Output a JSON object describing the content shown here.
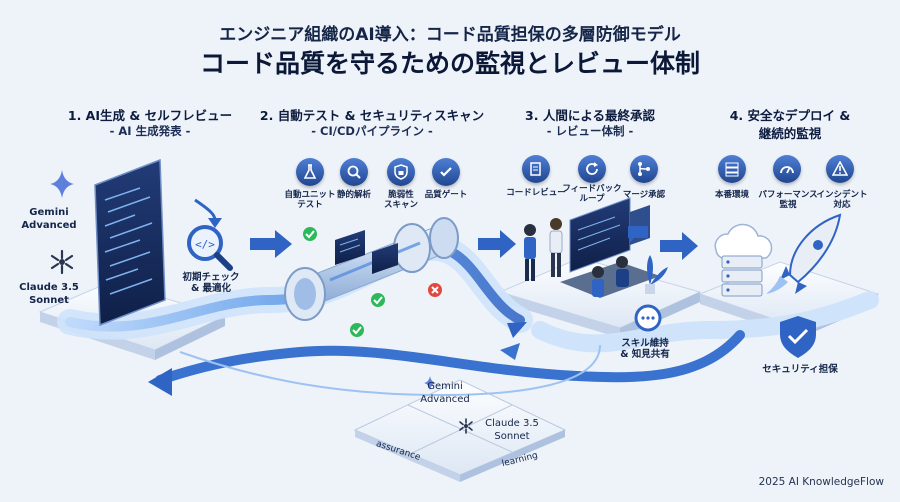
{
  "header": {
    "title": "エンジニア組織のAI導入：コード品質担保の多層防御モデル",
    "subtitle": "コード品質を守るための監視とレビュー体制"
  },
  "stages": [
    {
      "heading": "1. AI生成 & セルフレビュー",
      "sub": "- AI 生成発表 -"
    },
    {
      "heading": "2. 自動テスト & セキュリティスキャン",
      "sub": "- CI/CDパイプライン -"
    },
    {
      "heading": "3. 人間による最終承認",
      "sub": "- レビュー体制 -"
    },
    {
      "heading": "4. 安全なデプロイ &",
      "sub": "継続的監視"
    }
  ],
  "stage1": {
    "models": [
      "Gemini",
      "Advanced",
      "Claude 3.5",
      "Sonnet"
    ],
    "check": [
      "初期チェック",
      "& 最適化"
    ]
  },
  "stage2": {
    "icons": [
      {
        "icon": "flask-icon",
        "label": [
          "自動ユニット",
          "テスト"
        ]
      },
      {
        "icon": "magnifier-icon",
        "label": [
          "静的解析"
        ]
      },
      {
        "icon": "lock-shield-icon",
        "label": [
          "脆弱性",
          "スキャン"
        ]
      },
      {
        "icon": "checkmark-icon",
        "label": [
          "品質ゲート"
        ]
      }
    ]
  },
  "stage3": {
    "icons": [
      {
        "icon": "document-edit-icon",
        "label": [
          "コードレビュー"
        ]
      },
      {
        "icon": "refresh-icon",
        "label": [
          "フィードバック",
          "ループ"
        ]
      },
      {
        "icon": "merge-icon",
        "label": [
          "マージ承認"
        ]
      }
    ],
    "skill": [
      "スキル維持",
      "& 知見共有"
    ]
  },
  "stage4": {
    "icons": [
      {
        "icon": "server-icon",
        "label": [
          "本番環境"
        ]
      },
      {
        "icon": "gauge-icon",
        "label": [
          "パフォーマンス",
          "監視"
        ]
      },
      {
        "icon": "warning-icon",
        "label": [
          "インシデント",
          "対応"
        ]
      }
    ],
    "security": "セキュリティ担保"
  },
  "bottom": {
    "models": [
      "Gemini",
      "Advanced",
      "Claude 3.5",
      "Sonnet"
    ],
    "left_label": "assurance",
    "right_label": "learning"
  },
  "footer": "2025 AI KnowledgeFlow",
  "colors": {
    "accent": "#2f63c4",
    "dark": "#1d3f86",
    "flow": "#7fb2ef",
    "check": "#2eb85c",
    "cross": "#e2483d"
  }
}
